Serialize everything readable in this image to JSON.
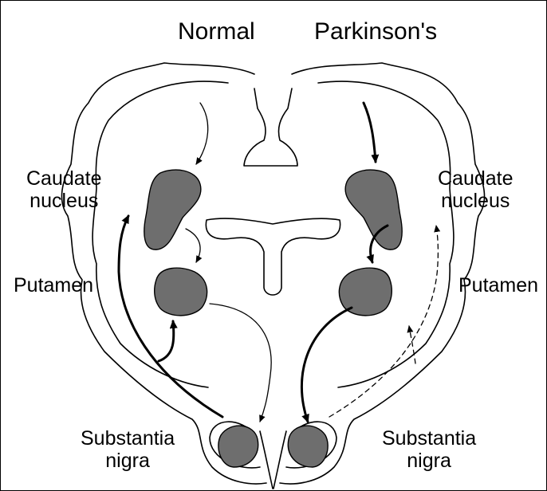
{
  "headings": {
    "normal": "Normal",
    "parkinsons": "Parkinson's"
  },
  "labels": {
    "caudate_left": [
      "Caudate",
      "nucleus"
    ],
    "caudate_right": [
      "Caudate",
      "nucleus"
    ],
    "putamen_left": "Putamen",
    "putamen_right": "Putamen",
    "substantia_left": [
      "Substantia",
      "nigra"
    ],
    "substantia_right": [
      "Substantia",
      "nigra"
    ]
  },
  "colors": {
    "structure_fill": "#6e6e6e",
    "outline": "#000000",
    "background": "#ffffff"
  }
}
